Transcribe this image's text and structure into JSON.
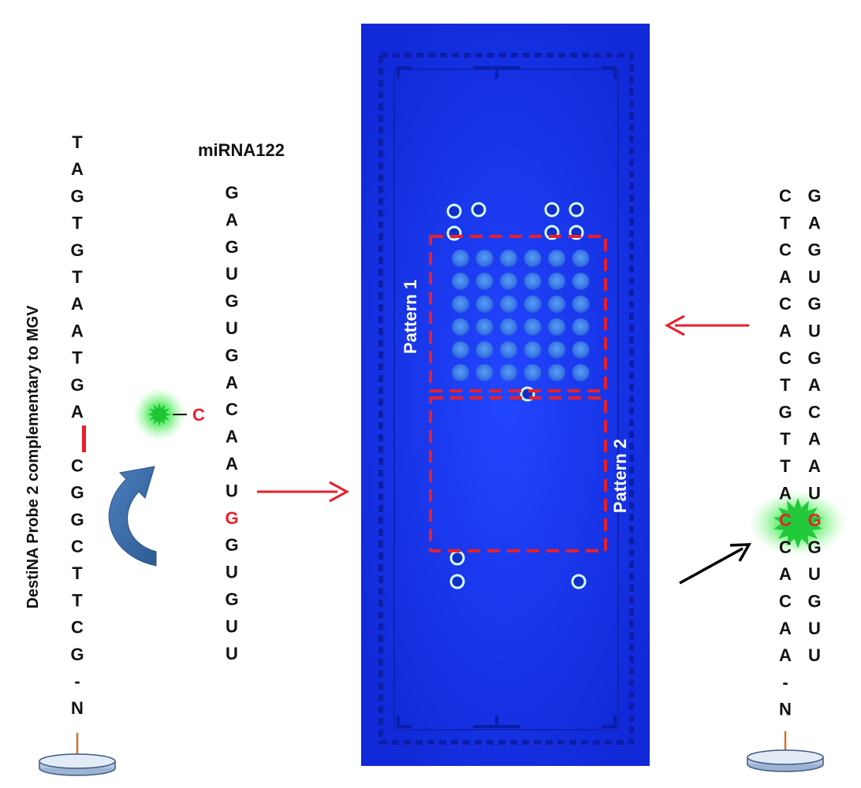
{
  "probe_label": "DestiNA Probe 2 complementary to MGV",
  "mirna_label": "miRNA122",
  "left_probe_letters": [
    "T",
    "A",
    "G",
    "T",
    "G",
    "T",
    "A",
    "A",
    "T",
    "G",
    "A",
    "C",
    "G",
    "G",
    "C",
    "T",
    "T",
    "C",
    "G",
    "-",
    "N"
  ],
  "mirna_letters": [
    "G",
    "A",
    "G",
    "U",
    "G",
    "U",
    "G",
    "A",
    "C",
    "A",
    "A",
    "U",
    "G",
    "G",
    "U",
    "G",
    "U",
    "U"
  ],
  "mirna_highlight_index": 12,
  "free_nucleotide": "C",
  "pattern1_label": "Pattern 1",
  "pattern2_label": "Pattern 2",
  "right_probe_letters": [
    "C",
    "T",
    "C",
    "A",
    "C",
    "A",
    "C",
    "T",
    "G",
    "T",
    "T",
    "A",
    "C",
    "C",
    "A",
    "C",
    "A",
    "A",
    "-",
    "N"
  ],
  "right_probe_highlight_index": 12,
  "right_mirna_letters": [
    "G",
    "A",
    "G",
    "U",
    "G",
    "U",
    "G",
    "A",
    "C",
    "A",
    "A",
    "U",
    "G",
    "G",
    "U",
    "G",
    "U",
    "U"
  ],
  "right_mirna_highlight_index": 12,
  "colors": {
    "text": "#111111",
    "highlight": "#e8202a",
    "slide": "#1a34f0",
    "pattern_border": "#e8202a",
    "fluorescence": "#2ee84a",
    "curved_arrow": "#3d6fae",
    "black_arrow": "#000000"
  }
}
